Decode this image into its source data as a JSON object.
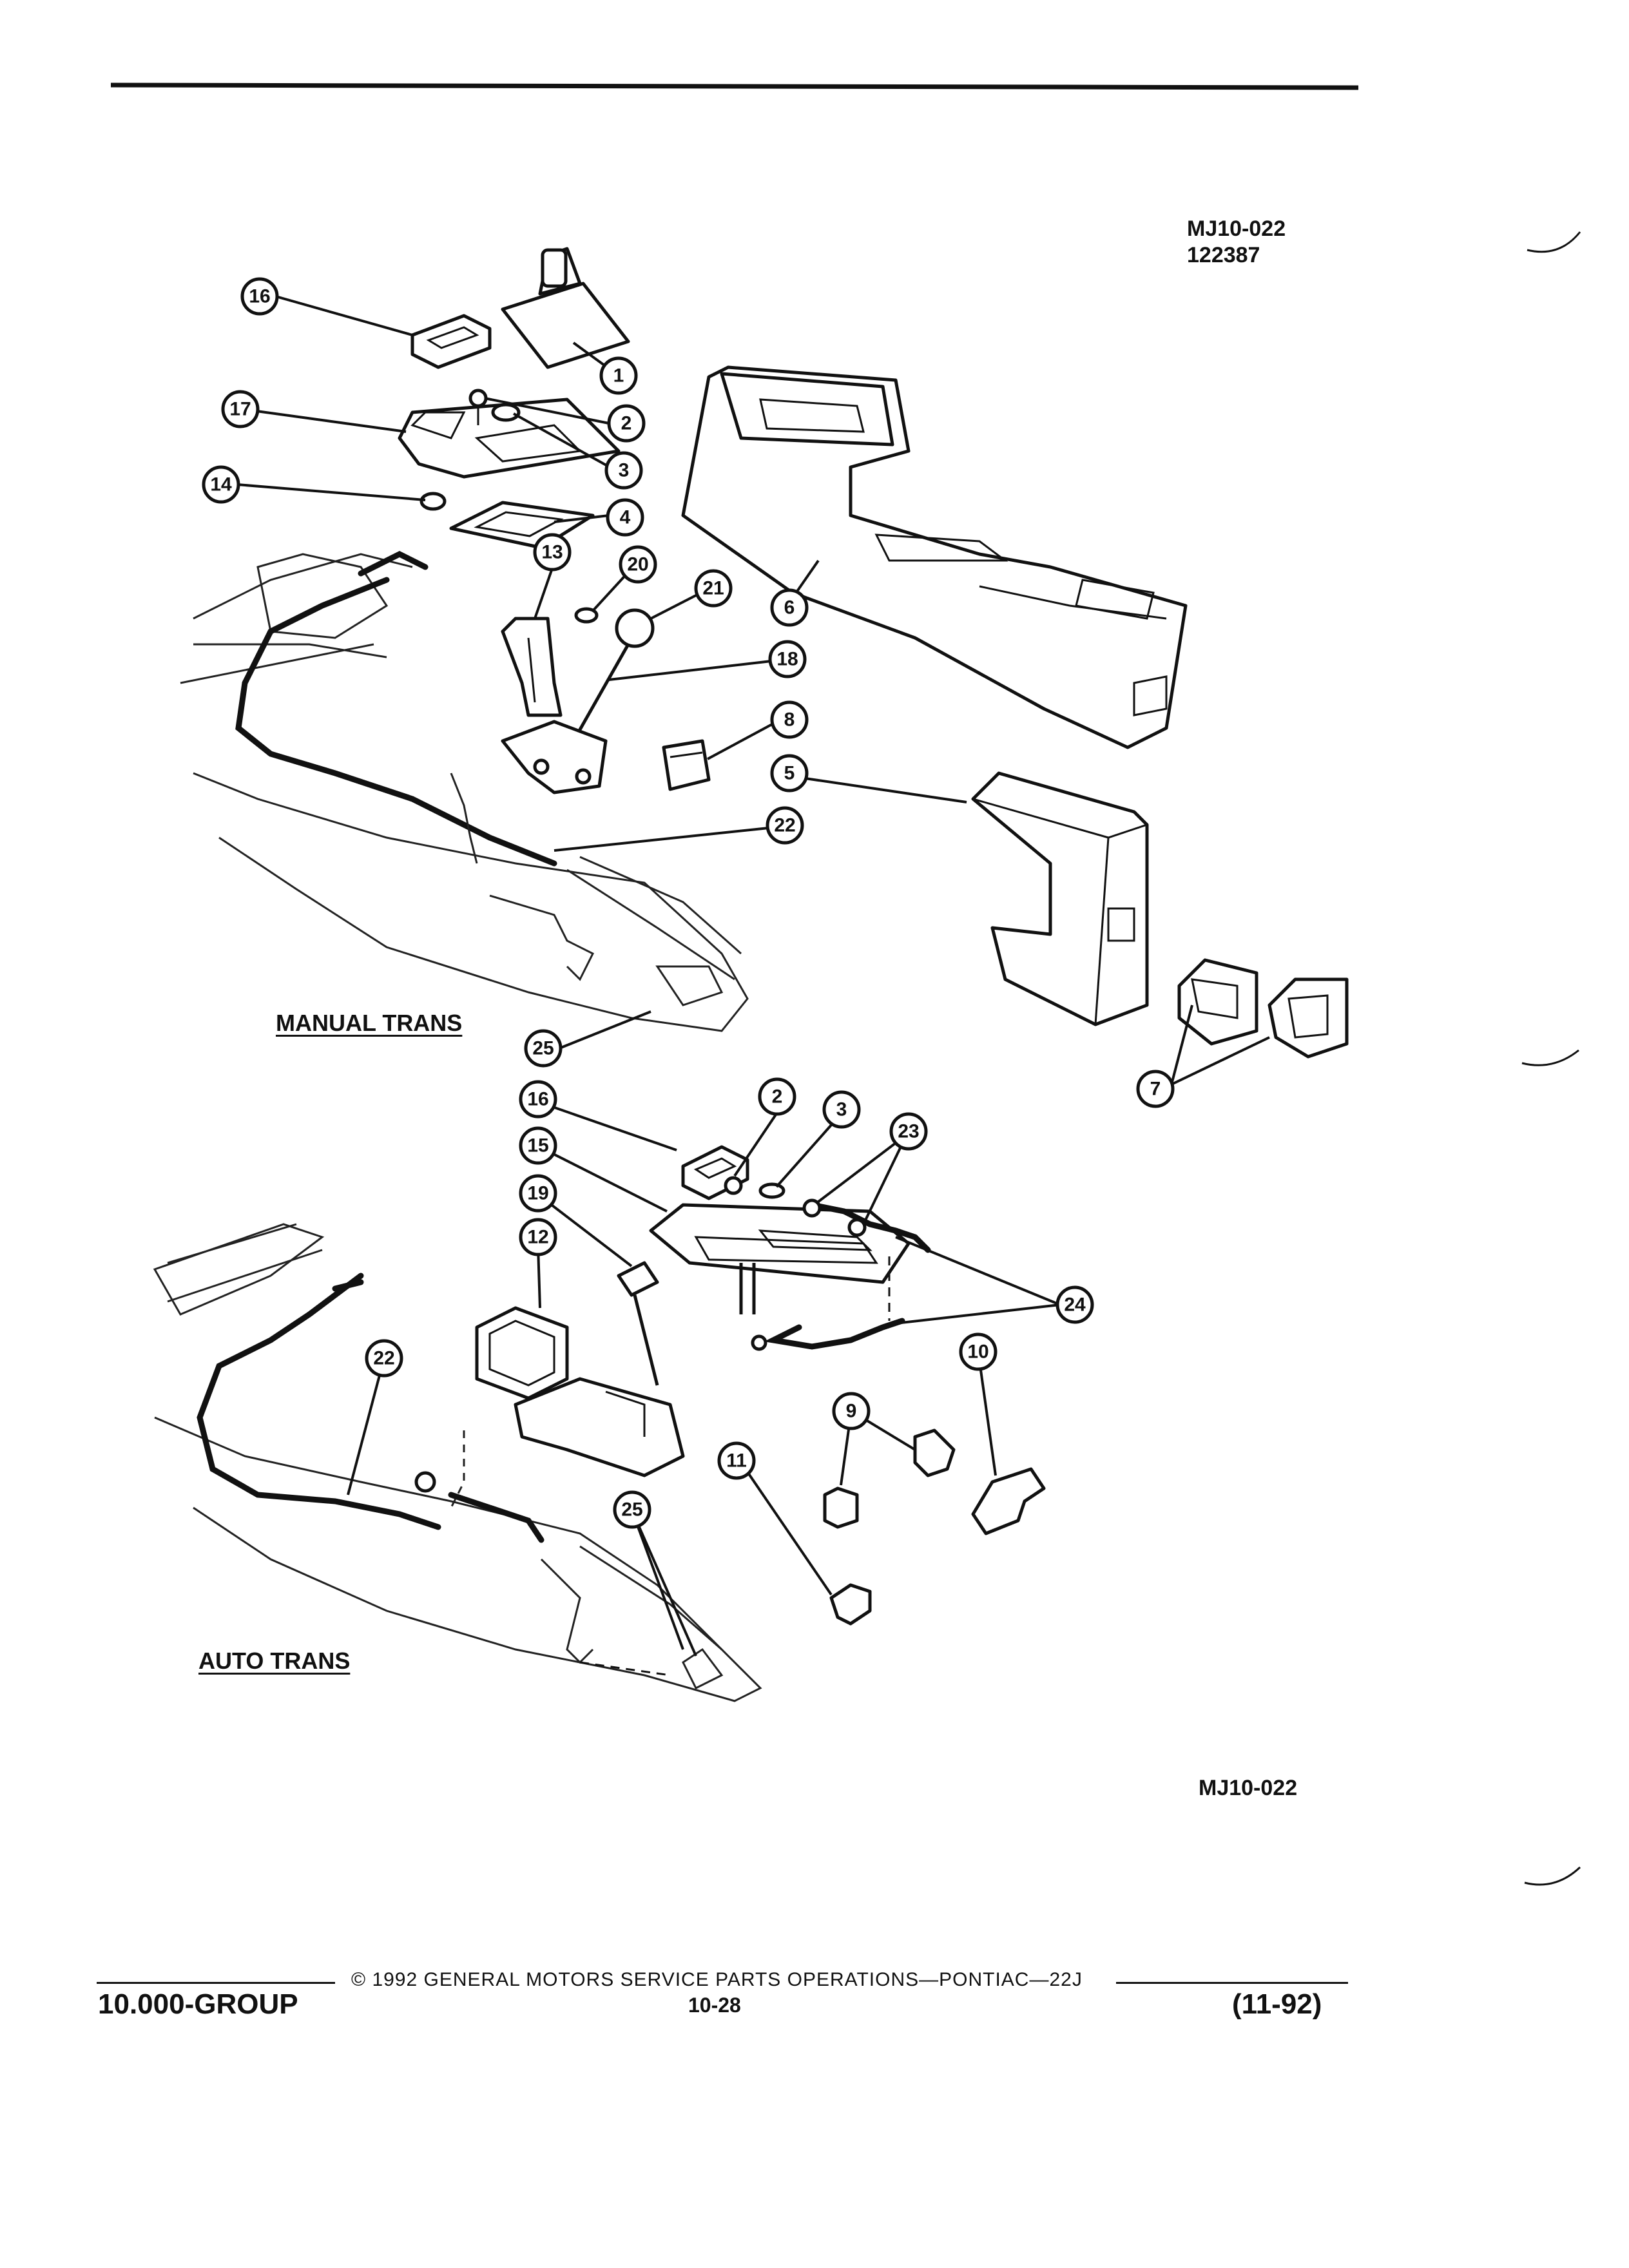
{
  "header": {
    "code_top": "MJ10-022",
    "code_number": "122387"
  },
  "sections": {
    "manual": "MANUAL TRANS",
    "auto": "AUTO TRANS"
  },
  "figure_code_bottom": "MJ10-022",
  "callouts": [
    {
      "id": "c1",
      "label": "1"
    },
    {
      "id": "c2",
      "label": "2"
    },
    {
      "id": "c3",
      "label": "3"
    },
    {
      "id": "c4",
      "label": "4"
    },
    {
      "id": "c5",
      "label": "5"
    },
    {
      "id": "c6",
      "label": "6"
    },
    {
      "id": "c7",
      "label": "7"
    },
    {
      "id": "c8",
      "label": "8"
    },
    {
      "id": "c13",
      "label": "13"
    },
    {
      "id": "c14",
      "label": "14"
    },
    {
      "id": "c16a",
      "label": "16"
    },
    {
      "id": "c17",
      "label": "17"
    },
    {
      "id": "c18",
      "label": "18"
    },
    {
      "id": "c20",
      "label": "20"
    },
    {
      "id": "c21",
      "label": "21"
    },
    {
      "id": "c22a",
      "label": "22"
    },
    {
      "id": "c25a",
      "label": "25"
    },
    {
      "id": "c2b",
      "label": "2"
    },
    {
      "id": "c3b",
      "label": "3"
    },
    {
      "id": "c9",
      "label": "9"
    },
    {
      "id": "c10",
      "label": "10"
    },
    {
      "id": "c11",
      "label": "11"
    },
    {
      "id": "c12",
      "label": "12"
    },
    {
      "id": "c15",
      "label": "15"
    },
    {
      "id": "c16b",
      "label": "16"
    },
    {
      "id": "c19",
      "label": "19"
    },
    {
      "id": "c22b",
      "label": "22"
    },
    {
      "id": "c23",
      "label": "23"
    },
    {
      "id": "c24",
      "label": "24"
    },
    {
      "id": "c25b",
      "label": "25"
    }
  ],
  "footer": {
    "group": "10.000-GROUP",
    "copyright": "© 1992 GENERAL MOTORS SERVICE PARTS OPERATIONS—PONTIAC—22J",
    "page": "10-28",
    "date": "(11-92)"
  }
}
